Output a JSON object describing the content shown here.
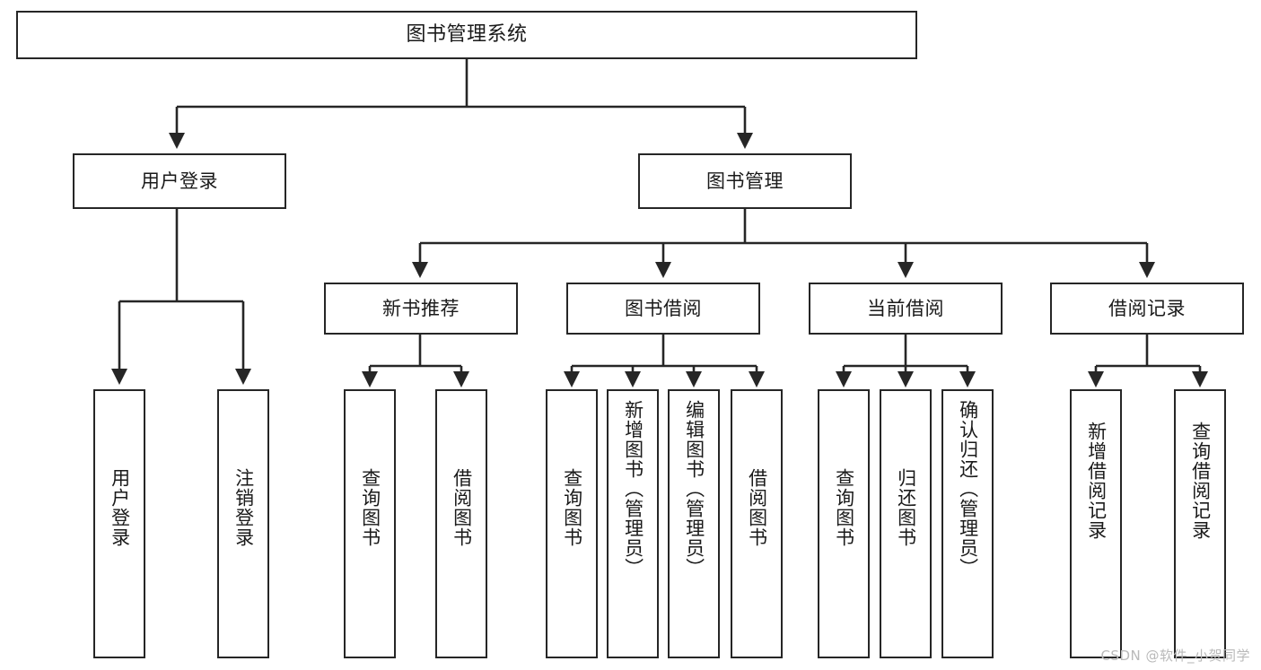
{
  "diagram": {
    "title": "图书管理系统",
    "type": "tree",
    "watermark": "CSDN @软件_小贺同学",
    "colors": {
      "background": "#ffffff",
      "box_fill": "#ffffff",
      "box_stroke": "#262626",
      "text": "#1a1a1a",
      "connector": "#262626",
      "watermark": "#b9b9b9"
    },
    "root": {
      "id": "root",
      "label": "图书管理系统"
    },
    "level2": [
      {
        "id": "user-login",
        "label": "用户登录"
      },
      {
        "id": "book-management",
        "label": "图书管理"
      }
    ],
    "level3": [
      {
        "id": "new-book-recommend",
        "label": "新书推荐",
        "parent": "book-management"
      },
      {
        "id": "book-borrow",
        "label": "图书借阅",
        "parent": "book-management"
      },
      {
        "id": "current-borrow",
        "label": "当前借阅",
        "parent": "book-management"
      },
      {
        "id": "borrow-record",
        "label": "借阅记录",
        "parent": "book-management"
      }
    ],
    "leaves": [
      {
        "id": "leaf-user-login",
        "label": "用户登录",
        "parent": "user-login"
      },
      {
        "id": "leaf-logout-login",
        "label": "注销登录",
        "parent": "user-login"
      },
      {
        "id": "leaf-query-book-1",
        "label": "查询图书",
        "parent": "new-book-recommend"
      },
      {
        "id": "leaf-borrow-book-1",
        "label": "借阅图书",
        "parent": "new-book-recommend"
      },
      {
        "id": "leaf-query-book-2",
        "label": "查询图书",
        "parent": "book-borrow"
      },
      {
        "id": "leaf-add-book",
        "label": "新增图书（管理员）",
        "parent": "book-borrow"
      },
      {
        "id": "leaf-edit-book",
        "label": "编辑图书（管理员）",
        "parent": "book-borrow"
      },
      {
        "id": "leaf-borrow-book-2",
        "label": "借阅图书",
        "parent": "book-borrow"
      },
      {
        "id": "leaf-query-book-3",
        "label": "查询图书",
        "parent": "current-borrow"
      },
      {
        "id": "leaf-return-book",
        "label": "归还图书",
        "parent": "current-borrow"
      },
      {
        "id": "leaf-confirm-return",
        "label": "确认归还（管理员）",
        "parent": "current-borrow"
      },
      {
        "id": "leaf-add-record",
        "label": "新增借阅记录",
        "parent": "borrow-record"
      },
      {
        "id": "leaf-query-record",
        "label": "查询借阅记录",
        "parent": "borrow-record"
      }
    ]
  }
}
